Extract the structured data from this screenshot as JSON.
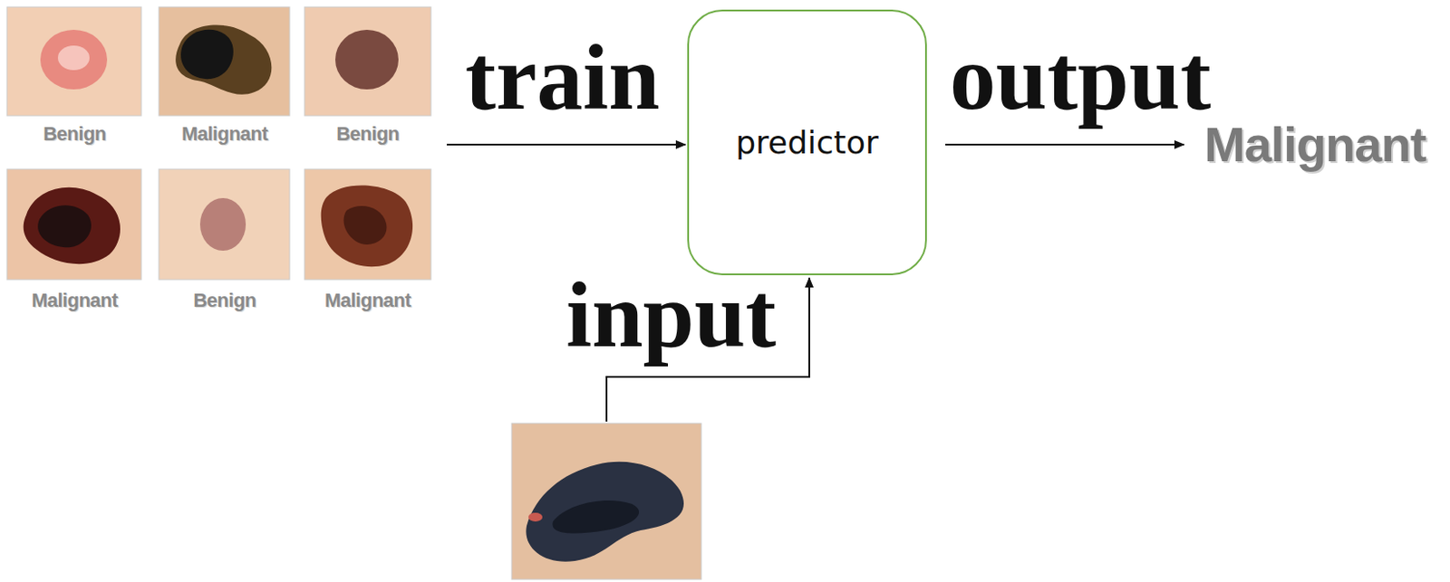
{
  "diagram": {
    "nodes": [
      {
        "text": [
          "predictor"
        ]
      }
    ],
    "labels": [
      "Benign",
      "Malignant",
      "Benign",
      "Malignant",
      "Benign",
      "Malignant",
      "train",
      "output",
      "Malignant",
      "input"
    ]
  }
}
